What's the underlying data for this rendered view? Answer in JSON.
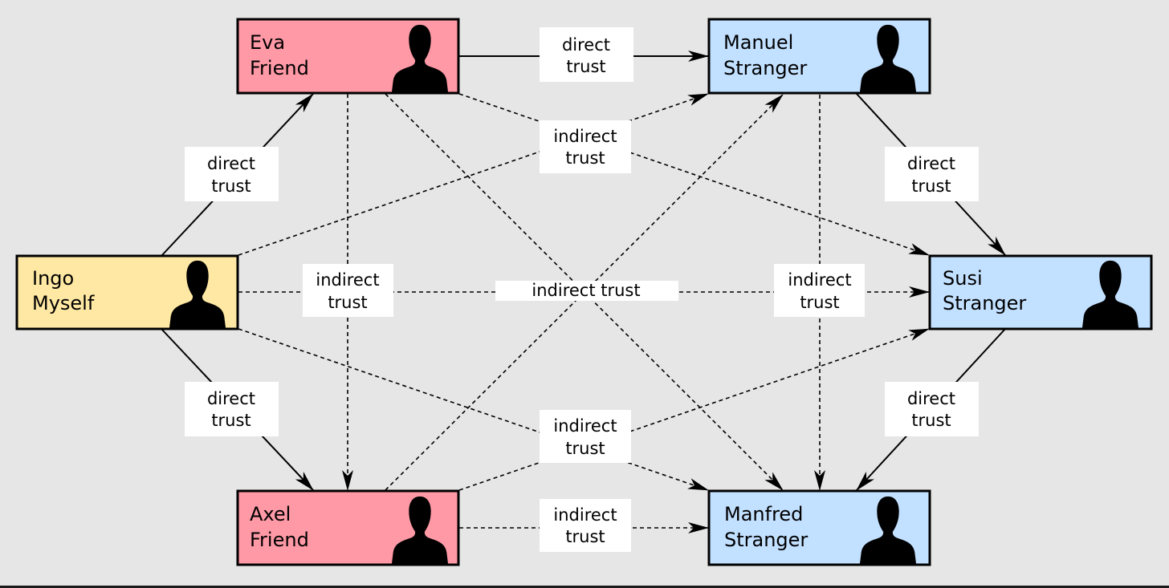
{
  "colors": {
    "background": "#e6e6e6",
    "friend": "#ff99a6",
    "stranger": "#c2e0ff",
    "myself": "#ffe8a3",
    "label_bg": "#ffffff",
    "stroke": "#000000"
  },
  "nodes": {
    "eva": {
      "name": "Eva",
      "role": "Friend",
      "kind": "friend",
      "icon": "person-silhouette-icon"
    },
    "manuel": {
      "name": "Manuel",
      "role": "Stranger",
      "kind": "stranger",
      "icon": "person-silhouette-icon"
    },
    "ingo": {
      "name": "Ingo",
      "role": "Myself",
      "kind": "myself",
      "icon": "person-silhouette-icon"
    },
    "susi": {
      "name": "Susi",
      "role": "Stranger",
      "kind": "stranger",
      "icon": "person-silhouette-icon"
    },
    "axel": {
      "name": "Axel",
      "role": "Friend",
      "kind": "friend",
      "icon": "person-silhouette-icon"
    },
    "manfred": {
      "name": "Manfred",
      "role": "Stranger",
      "kind": "stranger",
      "icon": "person-silhouette-icon"
    }
  },
  "labels": {
    "eva_manuel": {
      "line1": "direct",
      "line2": "trust"
    },
    "ingo_eva": {
      "line1": "direct",
      "line2": "trust"
    },
    "manuel_susi": {
      "line1": "direct",
      "line2": "trust"
    },
    "ingo_axel": {
      "line1": "direct",
      "line2": "trust"
    },
    "susi_manfred": {
      "line1": "direct",
      "line2": "trust"
    },
    "top_cross": {
      "line1": "indirect",
      "line2": "trust"
    },
    "left_vertical": {
      "line1": "indirect",
      "line2": "trust"
    },
    "center": {
      "text": "indirect trust"
    },
    "right_vertical": {
      "line1": "indirect",
      "line2": "trust"
    },
    "bottom_cross": {
      "line1": "indirect",
      "line2": "trust"
    },
    "axel_manfred": {
      "line1": "indirect",
      "line2": "trust"
    }
  }
}
